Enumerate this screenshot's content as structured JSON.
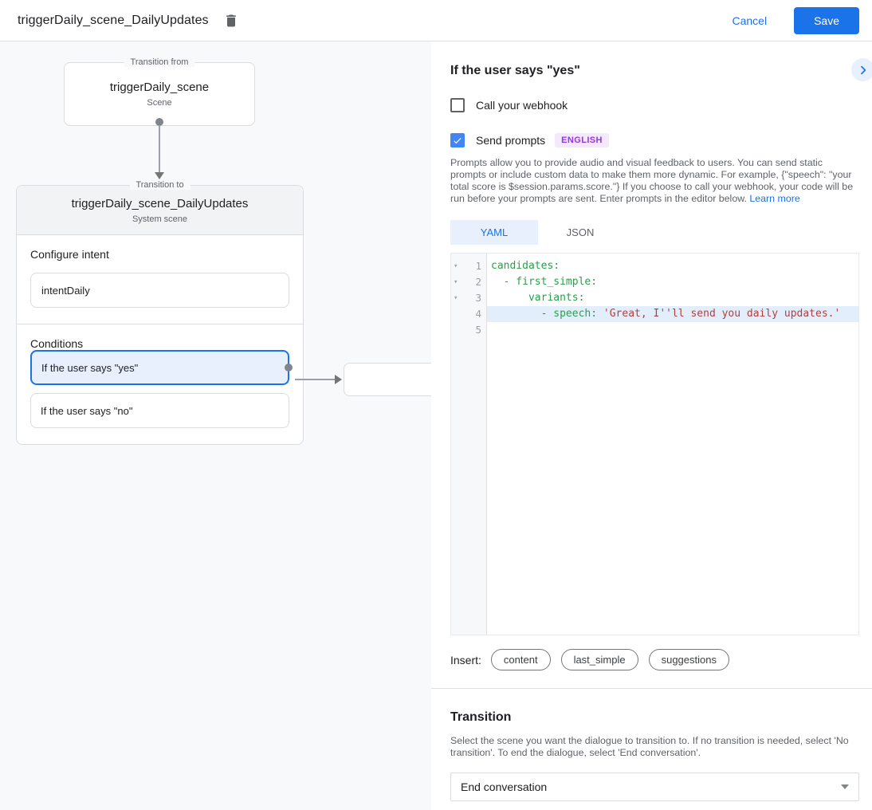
{
  "colors": {
    "accent_blue": "#1a73e8",
    "checkbox_blue": "#4285f4",
    "selected_condition_bg": "#e8f0fe",
    "badge_purple": "#9334e6",
    "badge_bg": "#f4e8fd",
    "code_key_green": "#2ba04b",
    "code_string_red": "#b0413e",
    "canvas_bg": "#f8f9fa"
  },
  "header": {
    "title": "triggerDaily_scene_DailyUpdates",
    "delete_icon": "trash-icon",
    "cancel_label": "Cancel",
    "save_label": "Save"
  },
  "canvas": {
    "from_box": {
      "legend": "Transition from",
      "title": "triggerDaily_scene",
      "subtitle": "Scene"
    },
    "to_card": {
      "legend": "Transition to",
      "title": "triggerDaily_scene_DailyUpdates",
      "subtitle": "System scene",
      "intent_section": {
        "heading": "Configure intent",
        "intent_name": "intentDaily"
      },
      "conditions_section": {
        "heading": "Conditions",
        "conditions": [
          {
            "label": "If the user says \"yes\"",
            "selected": true
          },
          {
            "label": "If the user says \"no\"",
            "selected": false
          }
        ]
      }
    }
  },
  "detail": {
    "title": "If the user says \"yes\"",
    "webhook_checkbox": {
      "label": "Call your webhook",
      "checked": false
    },
    "prompts_checkbox": {
      "label": "Send prompts",
      "checked": true,
      "badge": "ENGLISH"
    },
    "description": "Prompts allow you to provide audio and visual feedback to users. You can send static prompts or include custom data to make them more dynamic. For example, {\"speech\": \"your total score is $session.params.score.\"} If you choose to call your webhook, your code will be run before your prompts are sent. Enter prompts in the editor below. ",
    "learn_more": "Learn more",
    "tabs": [
      {
        "label": "YAML",
        "active": true
      },
      {
        "label": "JSON",
        "active": false
      }
    ],
    "editor": {
      "lines": [
        {
          "number": "1",
          "fold": true,
          "active": false,
          "key": "candidates:",
          "string": ""
        },
        {
          "number": "2",
          "fold": true,
          "active": false,
          "key": "  - first_simple:",
          "string": ""
        },
        {
          "number": "3",
          "fold": true,
          "active": false,
          "key": "      variants:",
          "string": ""
        },
        {
          "number": "4",
          "fold": false,
          "active": true,
          "key": "        - speech: ",
          "string": "'Great, I''ll send you daily updates.'"
        },
        {
          "number": "5",
          "fold": false,
          "active": false,
          "key": "",
          "string": ""
        }
      ]
    },
    "insert": {
      "label": "Insert:",
      "chips": [
        "content",
        "last_simple",
        "suggestions"
      ]
    },
    "transition": {
      "heading": "Transition",
      "description": "Select the scene you want the dialogue to transition to. If no transition is needed, select 'No transition'. To end the dialogue, select 'End conversation'.",
      "dropdown_value": "End conversation"
    }
  }
}
